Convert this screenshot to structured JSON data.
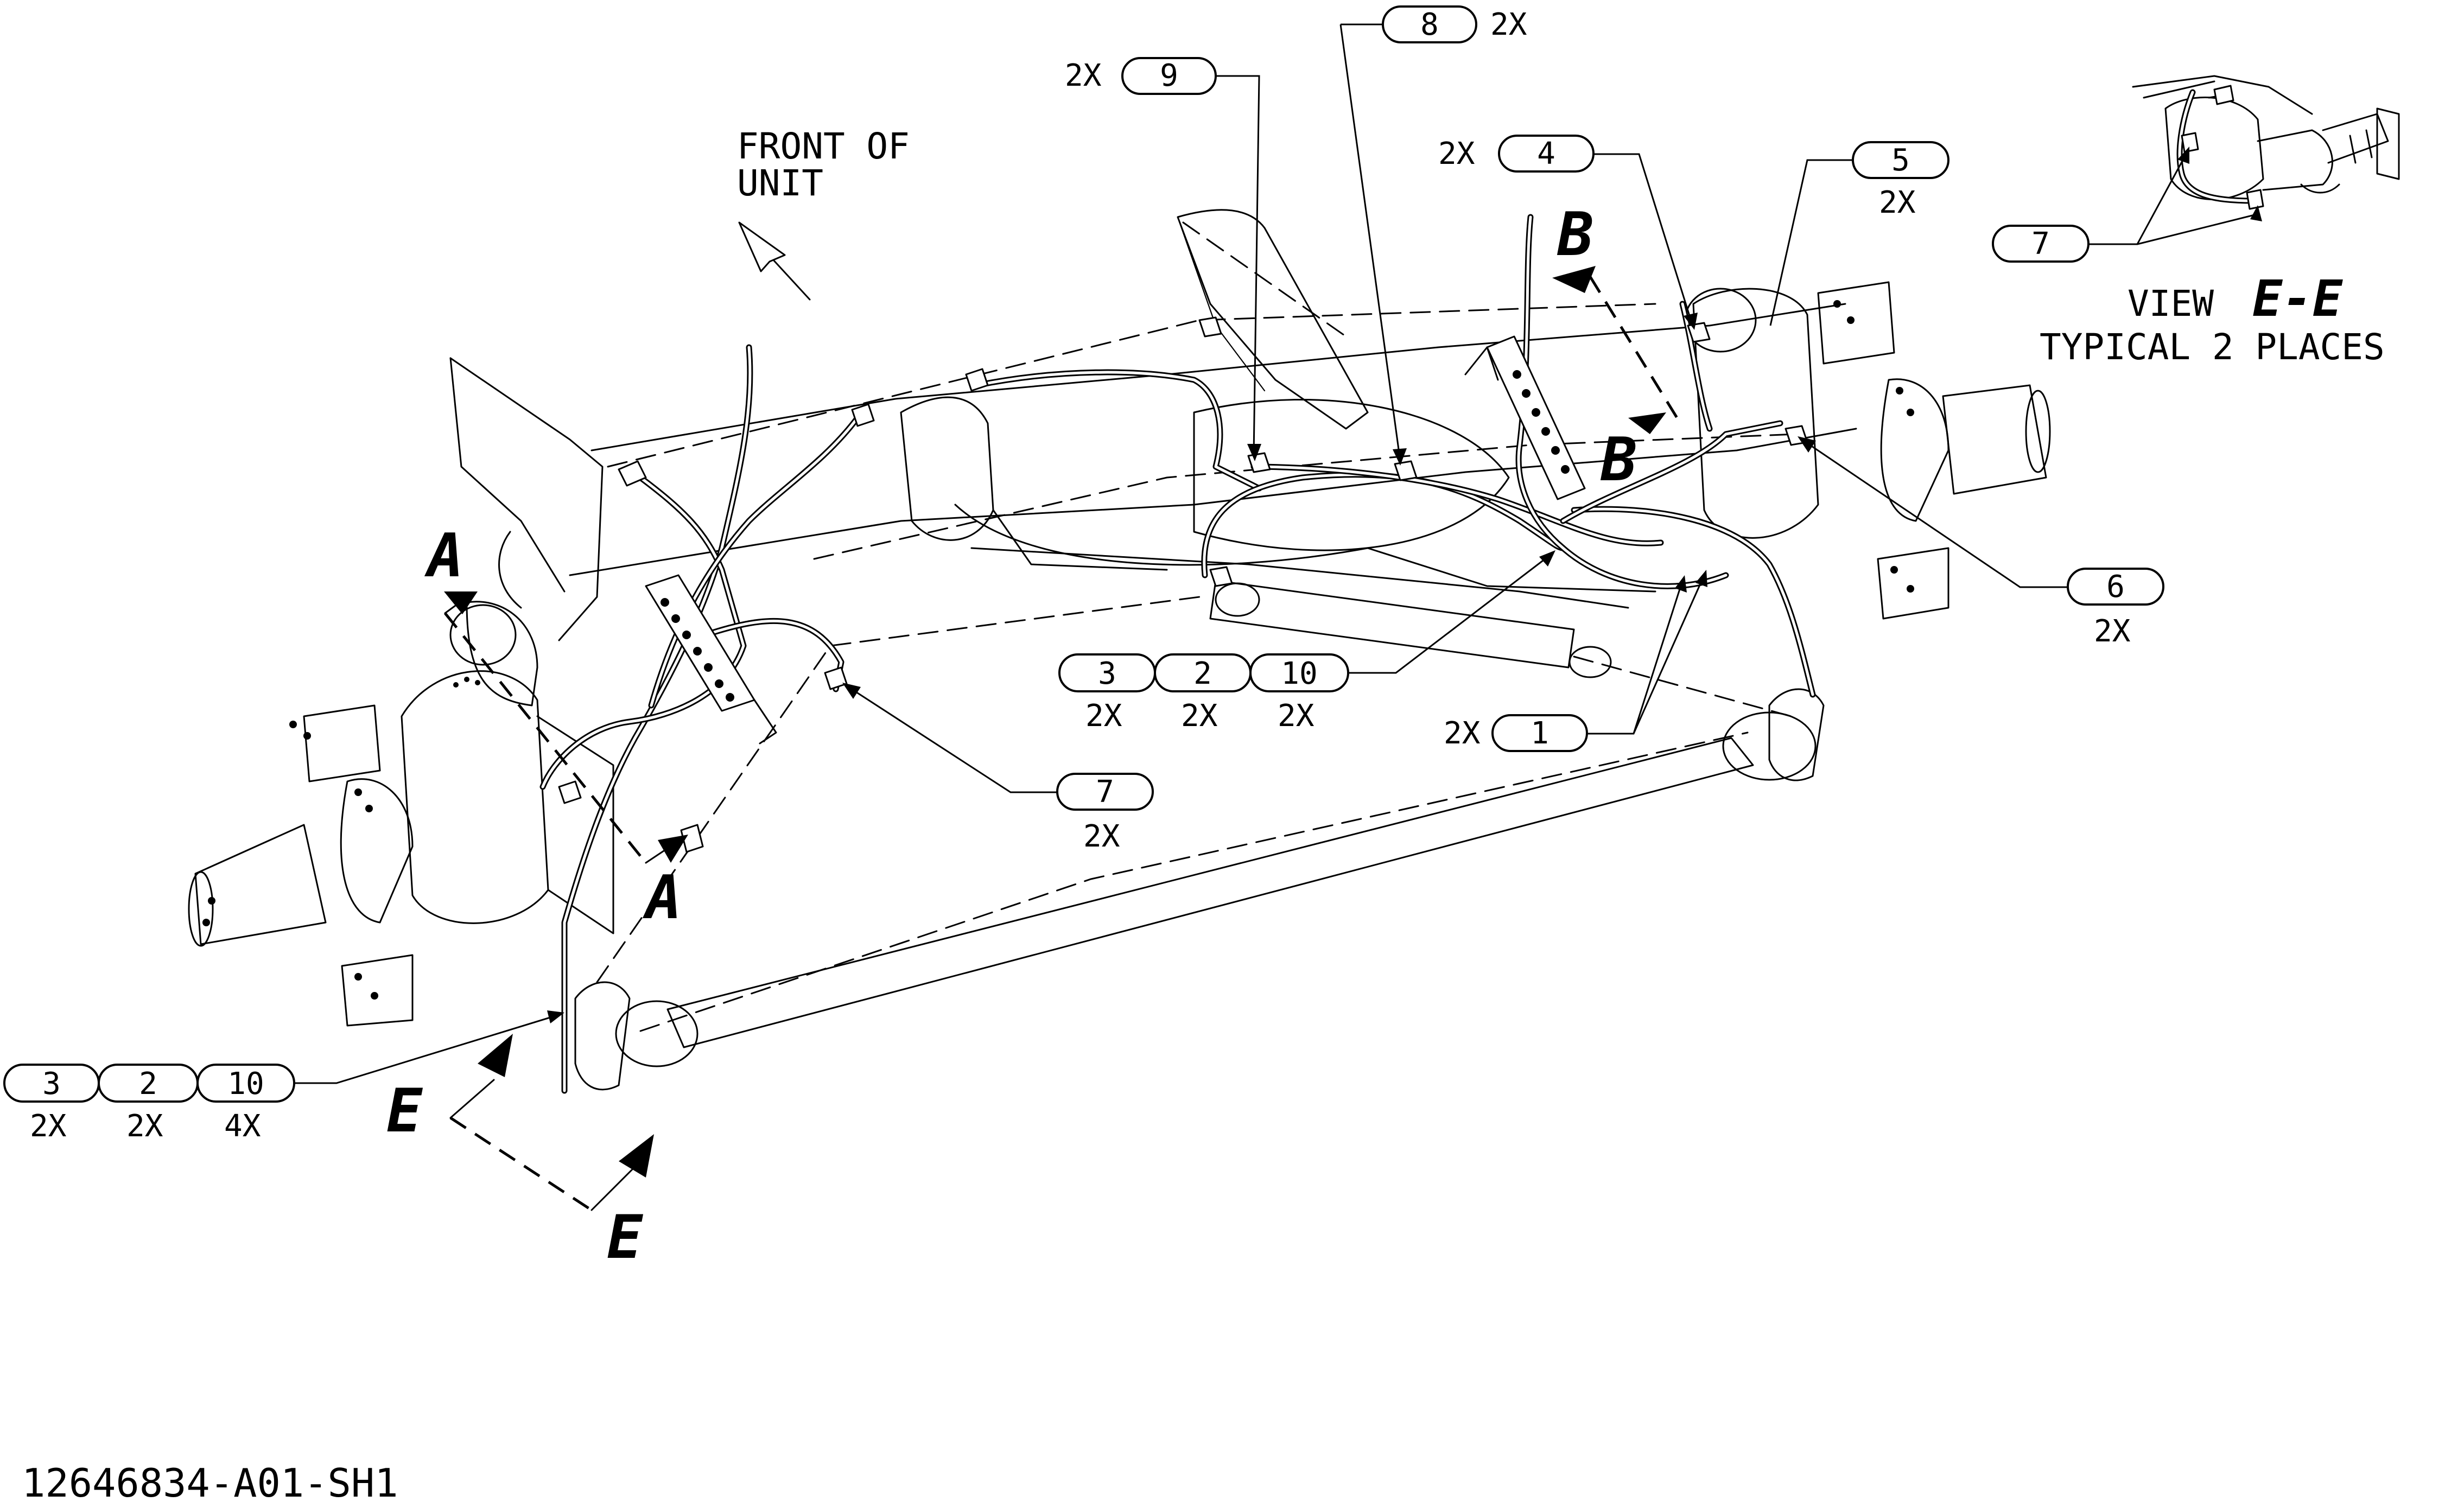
{
  "drawing_number": "12646834-A01-SH1",
  "front_note": {
    "line1": "FRONT OF",
    "line2": "UNIT"
  },
  "view_title": {
    "prefix": "VIEW",
    "letters": "E-E",
    "subtitle": "TYPICAL 2 PLACES"
  },
  "section_labels": {
    "a": "A",
    "b": "B",
    "e": "E"
  },
  "callouts": {
    "c8": {
      "number": "8",
      "qty": "2X"
    },
    "c9": {
      "number": "9",
      "qty": "2X"
    },
    "c4": {
      "number": "4",
      "qty": "2X"
    },
    "c5": {
      "number": "5",
      "qty": "2X"
    },
    "c6": {
      "number": "6",
      "qty": "2X"
    },
    "c1": {
      "number": "1",
      "qty": "2X"
    },
    "c7_right": {
      "number": "7",
      "qty": "2X"
    },
    "c7_view": {
      "number": "7"
    },
    "group_center": {
      "n3": "3",
      "q3": "2X",
      "n2": "2",
      "q2": "2X",
      "n10": "10",
      "q10": "2X"
    },
    "group_left": {
      "n3": "3",
      "q3": "2X",
      "n2": "2",
      "q2": "2X",
      "n10": "10",
      "q10": "4X"
    }
  }
}
